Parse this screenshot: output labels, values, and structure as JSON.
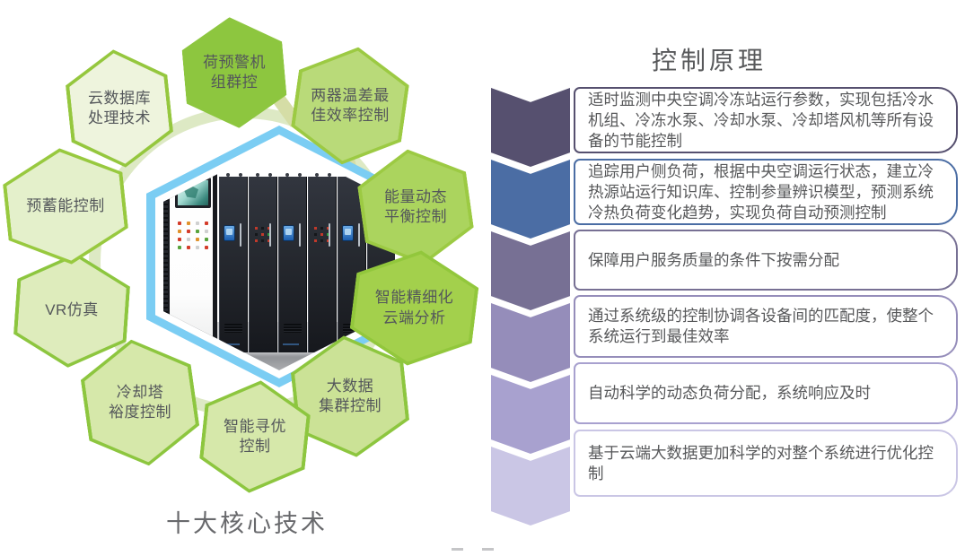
{
  "left_diagram": {
    "title": "十大核心技术",
    "ring_color": "#dde9c4",
    "center_image": {
      "name": "control-cabinets-photo",
      "description": "中央空调冷冻站智能控制柜成排照片（蓝色六边形边框）",
      "frame_color": "#7bcdf3"
    },
    "hexagons": [
      {
        "lines": [
          "荷预警机",
          "组群控"
        ],
        "fill": "#8dc63f",
        "border": "#8dc63f"
      },
      {
        "lines": [
          "两器温差最",
          "佳效率控制"
        ],
        "fill": "#b9da79",
        "border": "#9cca43"
      },
      {
        "lines": [
          "能量动态",
          "平衡控制"
        ],
        "fill": "#abd45e",
        "border": "#9cca43"
      },
      {
        "lines": [
          "智能精细化",
          "云端分析"
        ],
        "fill": "#a3d04c",
        "border": "#92c73c"
      },
      {
        "lines": [
          "大数据",
          "集群控制"
        ],
        "fill": "#cbe296",
        "border": "#8dc63f"
      },
      {
        "lines": [
          "智能寻优",
          "控制"
        ],
        "fill": "#d6e8aa",
        "border": "#8dc63f"
      },
      {
        "lines": [
          "冷却塔",
          "裕度控制"
        ],
        "fill": "#d6e8aa",
        "border": "#8dc63f"
      },
      {
        "lines": [
          "VR仿真"
        ],
        "fill": "#deecbc",
        "border": "#8dc63f"
      },
      {
        "lines": [
          "预蓄能控制"
        ],
        "fill": "#e4f0cb",
        "border": "#98c93f"
      },
      {
        "lines": [
          "云数据库",
          "处理技术"
        ],
        "fill": "#eef4dd",
        "border": "#95c73e"
      }
    ]
  },
  "control_principle": {
    "title": "控制原理",
    "steps": [
      {
        "color": "#56506f",
        "text": "适时监测中央空调冷冻站运行参数，实现包括冷水机组、冷冻水泵、冷却水泵、冷却塔风机等所有设备的节能控制"
      },
      {
        "color": "#4b6da4",
        "text": "追踪用户侧负荷，根据中央空调运行状态，建立冷热源站运行知识库、控制参量辨识模型，预测系统冷热负荷变化趋势，实现负荷自动预测控制"
      },
      {
        "color": "#777094",
        "text": "保障用户服务质量的条件下按需分配"
      },
      {
        "color": "#958dba",
        "text": "通过系统级的控制协调各设备间的匹配度，使整个系统运行到最佳效率"
      },
      {
        "color": "#a8a1cf",
        "text": "自动科学的动态负荷分配，系统响应及时"
      },
      {
        "color": "#cac6e5",
        "text": "基于云端大数据更加科学的对整个系统进行优化控制"
      }
    ]
  }
}
